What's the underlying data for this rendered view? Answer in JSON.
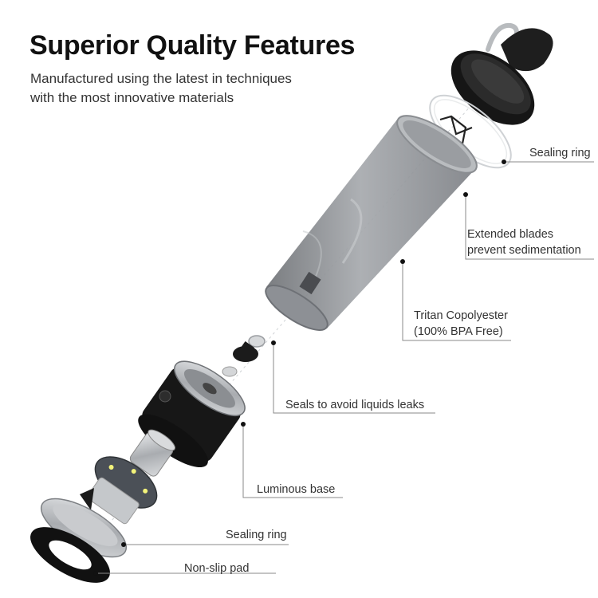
{
  "header": {
    "title": "Superior Quality Features",
    "subtitle_line1": "Manufactured using the latest in techniques",
    "subtitle_line2": "with the most innovative materials"
  },
  "callouts": {
    "sealing_ring_top": "Sealing ring",
    "blades_line1": "Extended blades",
    "blades_line2": "prevent sedimentation",
    "tritan_line1": "Tritan Copolyester",
    "tritan_line2": "(100% BPA Free)",
    "seals": "Seals to avoid liquids leaks",
    "luminous_base": "Luminous base",
    "sealing_ring_bottom": "Sealing ring",
    "non_slip_pad": "Non-slip pad"
  },
  "colors": {
    "lid": "#1a1a1a",
    "cup": "#8f9297",
    "metal": "#b9bcbf",
    "leader_line": "#8a8a8a"
  }
}
